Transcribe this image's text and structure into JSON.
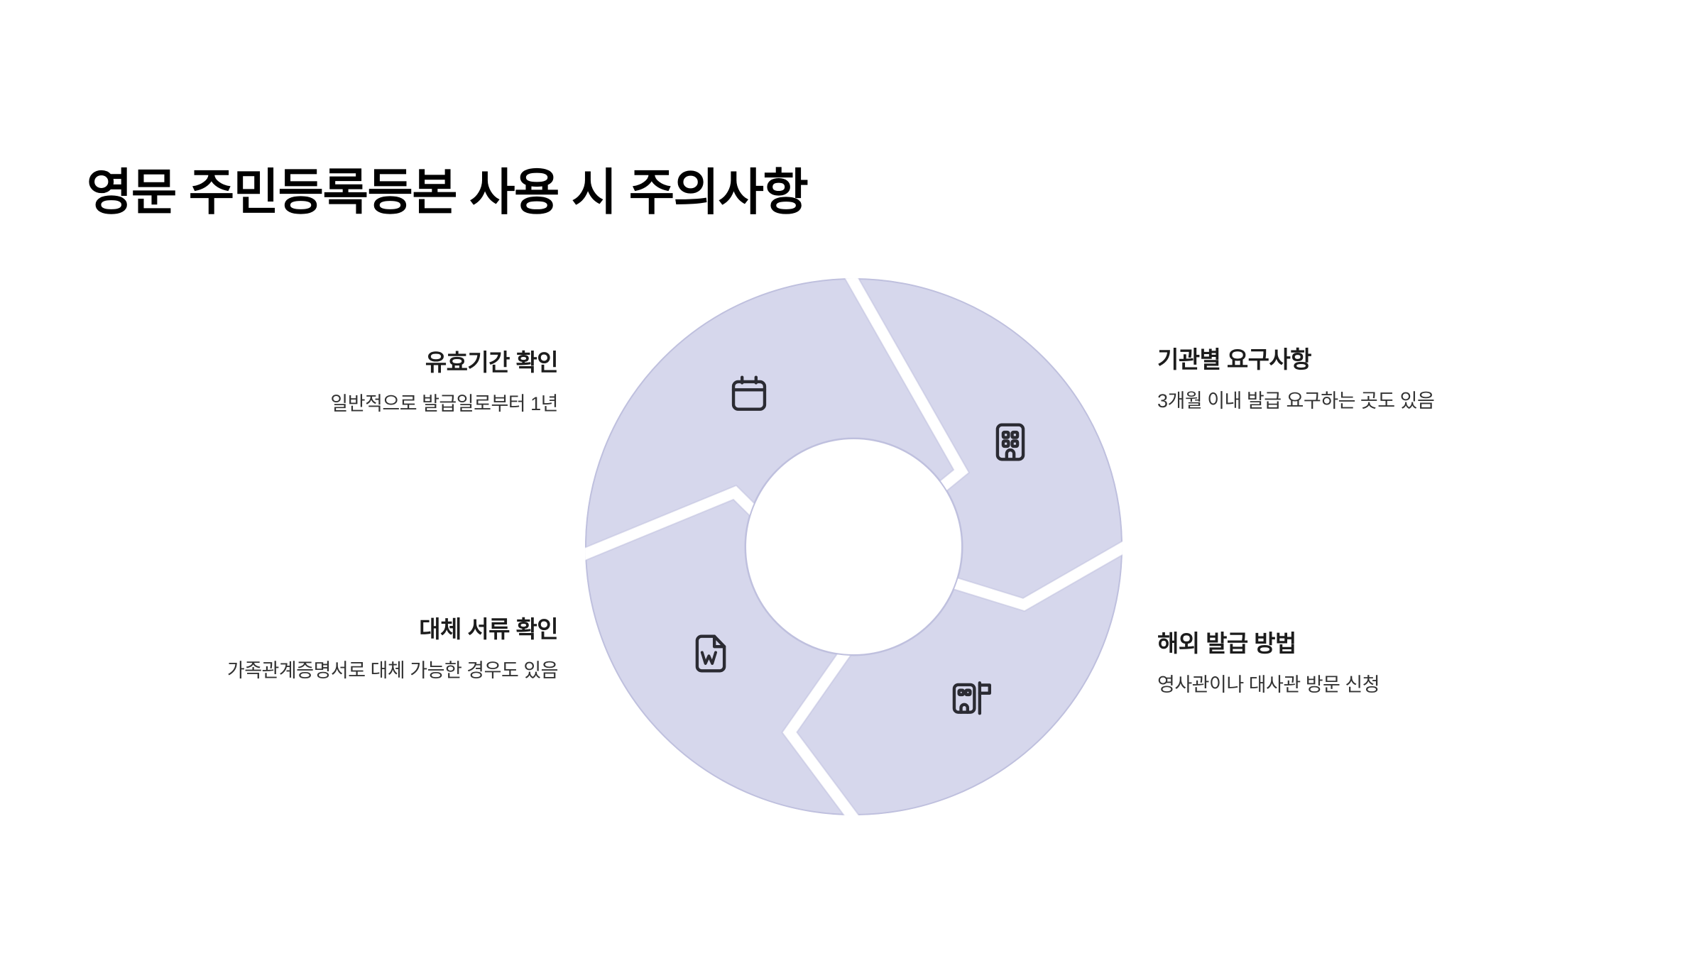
{
  "page": {
    "title": "영문 주민등록등본 사용 시 주의사항",
    "background_color": "#FFFFFF",
    "title_color": "#000000"
  },
  "chart_data": {
    "type": "pie",
    "title": "영문 주민등록등본 사용 시 주의사항",
    "subtype": "donut",
    "legend_position": "sides",
    "segment_fill_color": "#D6D7EC",
    "segment_stroke_color": "#BFC0DE",
    "divider_color": "#FFFFFF",
    "icon_color": "#2B2B33",
    "categories": [
      "유효기간 확인",
      "기관별 요구사항",
      "해외 발급 방법",
      "대체 서류 확인"
    ],
    "values": [
      25,
      25,
      25,
      25
    ],
    "labels": [
      "일반적으로 발급일로부터 1년",
      "3개월 이내 발급 요구하는 곳도 있음",
      "영사관이나 대사관 방문 신청",
      "가족관계증명서로 대체 가능한 경우도 있음"
    ]
  },
  "donut": {
    "segments": [
      {
        "id": "validity",
        "icon": "calendar-icon",
        "position": "top-left",
        "title": "유효기간 확인",
        "description": "일반적으로 발급일로부터 1년"
      },
      {
        "id": "agency",
        "icon": "building-icon",
        "position": "top-right",
        "title": "기관별 요구사항",
        "description": "3개월 이내 발급 요구하는 곳도 있음"
      },
      {
        "id": "embassy",
        "icon": "embassy-flag-icon",
        "position": "bottom-right",
        "title": "해외 발급 방법",
        "description": "영사관이나 대사관 방문 신청"
      },
      {
        "id": "alternative",
        "icon": "word-document-icon",
        "position": "bottom-left",
        "title": "대체 서류 확인",
        "description": "가족관계증명서로 대체 가능한 경우도 있음"
      }
    ]
  }
}
